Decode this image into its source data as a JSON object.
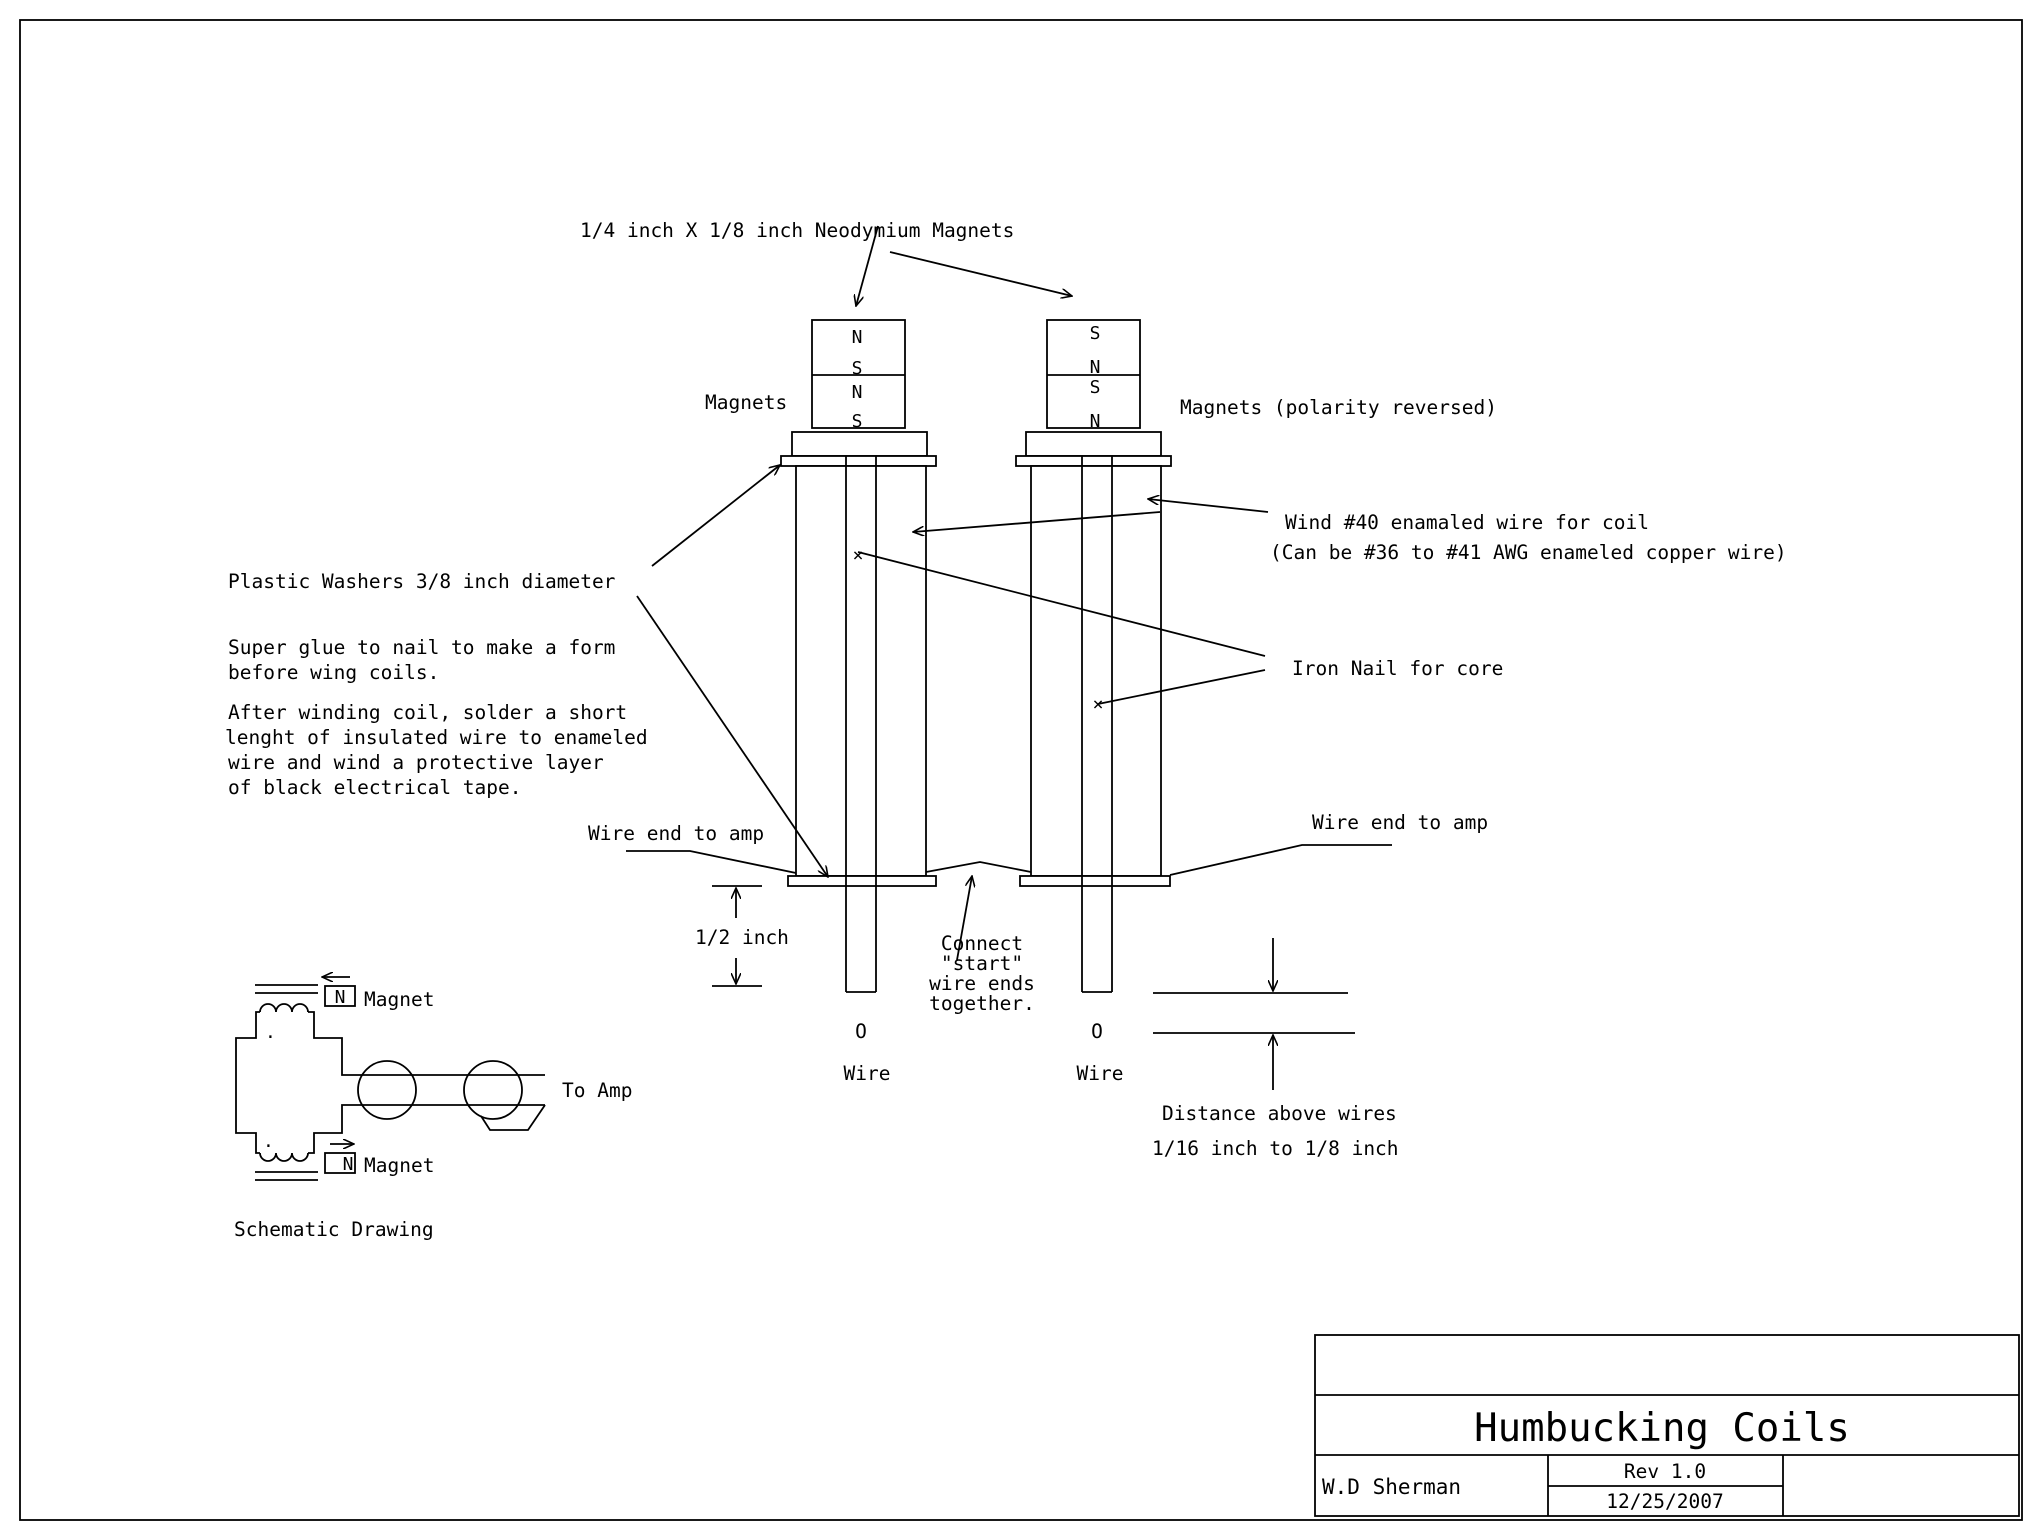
{
  "magnets_heading": "1/4 inch X 1/8 inch Neodymium Magnets",
  "left_coil": {
    "magnets_label": "Magnets",
    "poles": [
      "N",
      "S",
      "N",
      "S"
    ],
    "wire_end_label": "Wire end to amp",
    "wire_label": "Wire",
    "wire_marker": "O"
  },
  "right_coil": {
    "magnets_label": "Magnets (polarity reversed)",
    "poles": [
      "S",
      "N",
      "S",
      "N"
    ],
    "wire_end_label": "Wire end to amp",
    "wire_label": "Wire",
    "wire_marker": "O"
  },
  "wind_label": "Wind #40 enamaled wire for coil",
  "wind_sub_label": "(Can be #36 to #41 AWG enameled copper wire)",
  "iron_nail_label": "Iron Nail for core",
  "washers_label": "Plastic Washers 3/8 inch diameter",
  "glue_note": [
    "Super glue to nail to make a form",
    "before wing coils."
  ],
  "winding_note": [
    "After winding coil, solder a short",
    "lenght of insulated wire to enameled",
    "wire and wind a protective layer",
    "of black electrical tape."
  ],
  "half_inch_label": "1/2 inch",
  "connect_label": [
    "Connect",
    "\"start\"",
    "wire ends",
    "together."
  ],
  "distance_label": "Distance above wires",
  "distance_range": "1/16 inch to 1/8 inch",
  "schematic": {
    "top_magnet_label": "Magnet",
    "bottom_magnet_label": "Magnet",
    "pole_letter": "N",
    "to_amp_label": "To Amp",
    "caption": "Schematic Drawing"
  },
  "title_block": {
    "title": "Humbucking Coils",
    "author": "W.D Sherman",
    "revision": "Rev 1.0",
    "date": "12/25/2007"
  }
}
